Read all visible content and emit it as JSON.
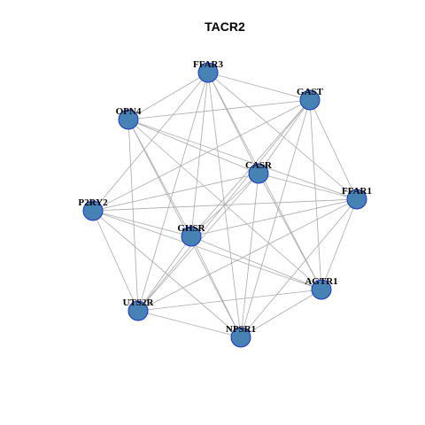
{
  "title": "TACR2",
  "colors": {
    "node_fill": "#4682b4",
    "node_stroke": "#1a33cc",
    "edge": "#aaaaaa",
    "label": "#000000"
  },
  "nodes": [
    {
      "id": "FFAR3",
      "label": "FFAR3"
    },
    {
      "id": "GAST",
      "label": "GAST"
    },
    {
      "id": "OPN4",
      "label": "OPN4"
    },
    {
      "id": "CASR",
      "label": "CASR"
    },
    {
      "id": "FFAR1",
      "label": "FFAR1"
    },
    {
      "id": "P2RY2",
      "label": "P2RY2"
    },
    {
      "id": "GHSR",
      "label": "GHSR"
    },
    {
      "id": "AGTR1",
      "label": "AGTR1"
    },
    {
      "id": "UTS2R",
      "label": "UTS2R"
    },
    {
      "id": "NPSR1",
      "label": "NPSR1"
    }
  ],
  "edges": [
    [
      "FFAR3",
      "GAST"
    ],
    [
      "FFAR3",
      "OPN4"
    ],
    [
      "FFAR3",
      "CASR"
    ],
    [
      "FFAR3",
      "FFAR1"
    ],
    [
      "FFAR3",
      "P2RY2"
    ],
    [
      "FFAR3",
      "GHSR"
    ],
    [
      "FFAR3",
      "AGTR1"
    ],
    [
      "FFAR3",
      "UTS2R"
    ],
    [
      "FFAR3",
      "NPSR1"
    ],
    [
      "GAST",
      "OPN4"
    ],
    [
      "GAST",
      "CASR"
    ],
    [
      "GAST",
      "FFAR1"
    ],
    [
      "GAST",
      "P2RY2"
    ],
    [
      "GAST",
      "GHSR"
    ],
    [
      "GAST",
      "AGTR1"
    ],
    [
      "GAST",
      "UTS2R"
    ],
    [
      "GAST",
      "NPSR1"
    ],
    [
      "OPN4",
      "CASR"
    ],
    [
      "OPN4",
      "FFAR1"
    ],
    [
      "OPN4",
      "GHSR"
    ],
    [
      "OPN4",
      "AGTR1"
    ],
    [
      "OPN4",
      "UTS2R"
    ],
    [
      "OPN4",
      "NPSR1"
    ],
    [
      "CASR",
      "FFAR1"
    ],
    [
      "CASR",
      "P2RY2"
    ],
    [
      "CASR",
      "GHSR"
    ],
    [
      "CASR",
      "AGTR1"
    ],
    [
      "CASR",
      "UTS2R"
    ],
    [
      "CASR",
      "NPSR1"
    ],
    [
      "FFAR1",
      "P2RY2"
    ],
    [
      "FFAR1",
      "GHSR"
    ],
    [
      "FFAR1",
      "AGTR1"
    ],
    [
      "FFAR1",
      "UTS2R"
    ],
    [
      "FFAR1",
      "NPSR1"
    ],
    [
      "P2RY2",
      "GHSR"
    ],
    [
      "P2RY2",
      "AGTR1"
    ],
    [
      "P2RY2",
      "UTS2R"
    ],
    [
      "P2RY2",
      "NPSR1"
    ],
    [
      "GHSR",
      "AGTR1"
    ],
    [
      "GHSR",
      "UTS2R"
    ],
    [
      "GHSR",
      "NPSR1"
    ],
    [
      "AGTR1",
      "UTS2R"
    ],
    [
      "AGTR1",
      "NPSR1"
    ],
    [
      "UTS2R",
      "NPSR1"
    ]
  ]
}
